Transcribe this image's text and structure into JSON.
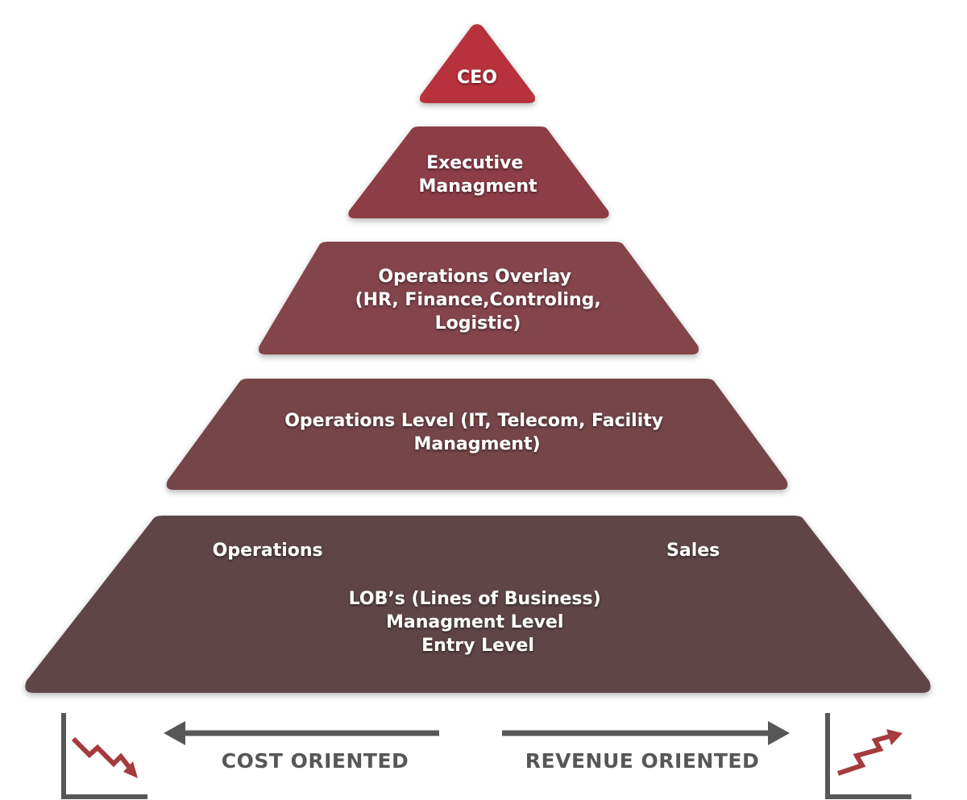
{
  "pyramid": {
    "ceo": {
      "lines": [
        "CEO"
      ]
    },
    "executive": {
      "lines": [
        "Executive",
        "Managment"
      ]
    },
    "overlay": {
      "lines": [
        "Operations Overlay",
        "(HR, Finance,Controling,",
        "Logistic)"
      ]
    },
    "operations_level": {
      "lines": [
        "Operations Level (IT, Telecom, Facility",
        "Managment)"
      ]
    },
    "base": {
      "left_label": "Operations",
      "right_label": "Sales",
      "lines": [
        "LOB’s (Lines of Business)",
        "Managment Level",
        "Entry Level"
      ]
    }
  },
  "orientation": {
    "cost_label": "COST ORIENTED",
    "revenue_label": "REVENUE ORIENTED"
  },
  "colors": {
    "ceo": "#b8333d",
    "executive": "#8d3d44",
    "overlay": "#834449",
    "operations_level": "#744547",
    "base": "#5e4546",
    "arrow_gray": "#575757",
    "trend_red": "#a43b3f"
  }
}
